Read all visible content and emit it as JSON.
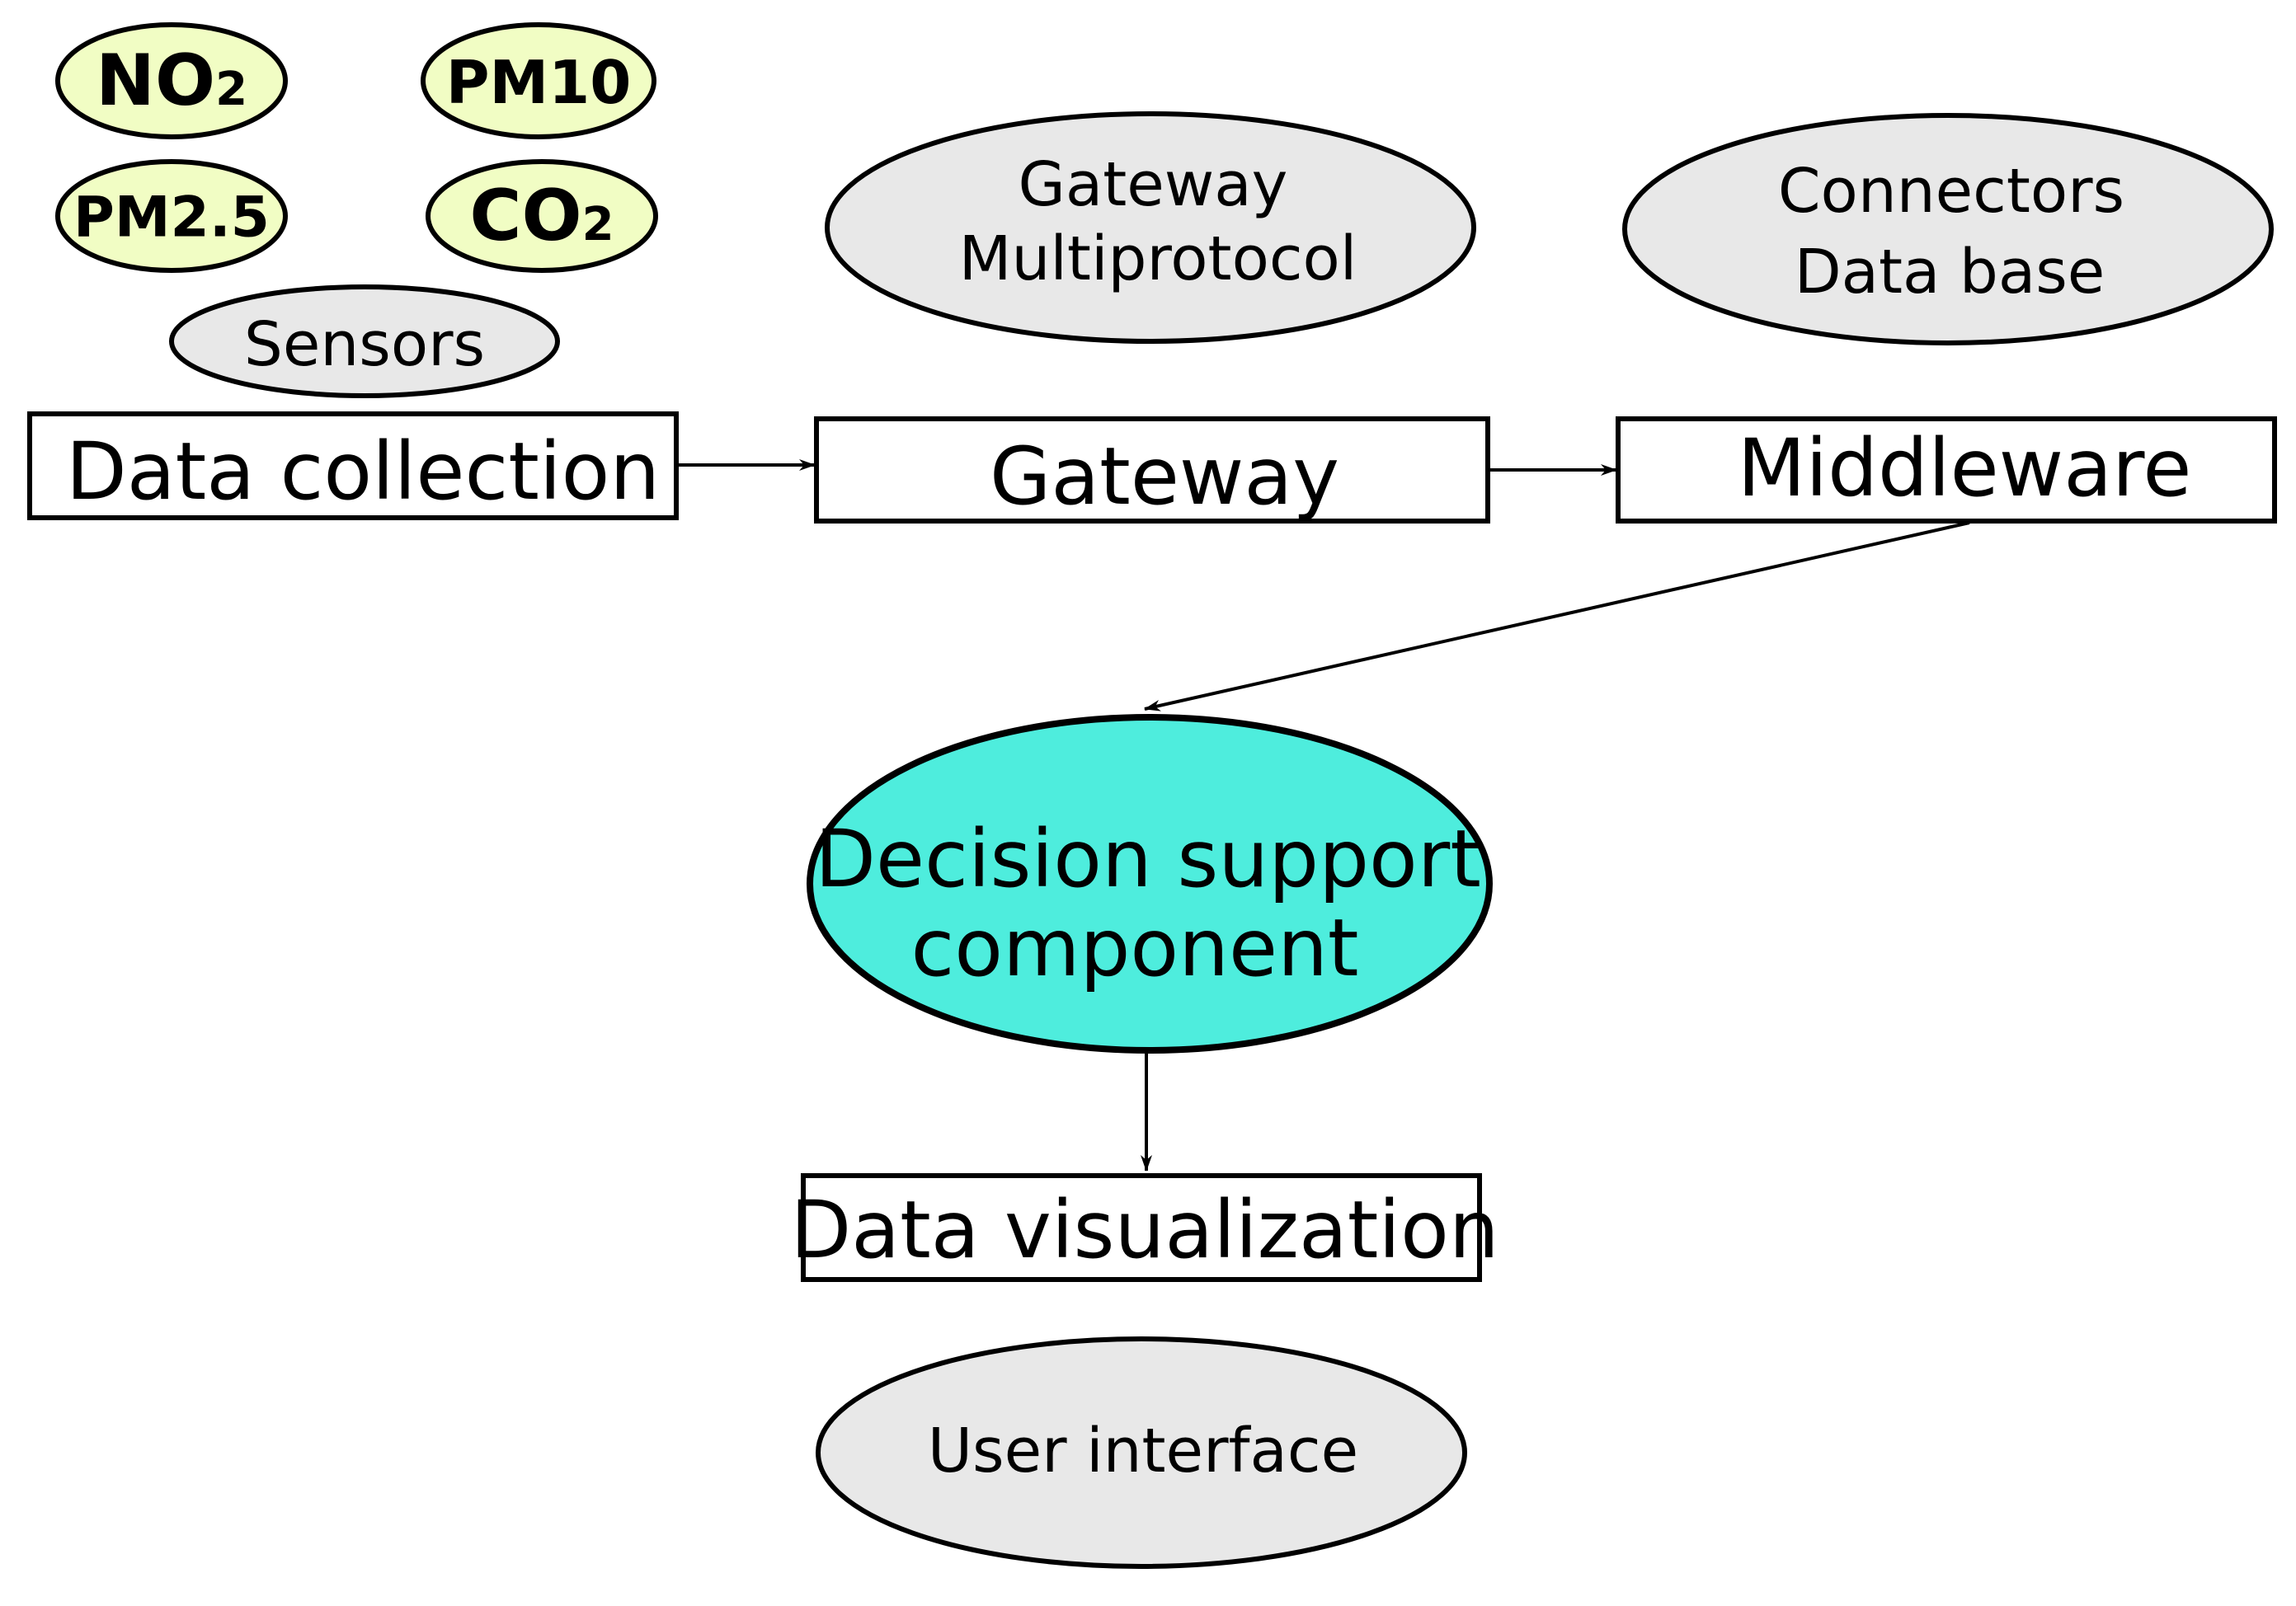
{
  "sensors": {
    "no2": {
      "main": "NO",
      "sub": "2"
    },
    "pm10": "PM10",
    "pm25": "PM2.5",
    "co2": {
      "main": "CO",
      "sub": "2"
    },
    "sensors_label": "Sensors"
  },
  "labels": {
    "gateway_multiprotocol": [
      "Gateway",
      "Multiprotocol"
    ],
    "connectors_database": [
      "Connectors",
      "Data base"
    ],
    "user_interface": "User interface"
  },
  "boxes": {
    "data_collection": "Data collection",
    "gateway": "Gateway",
    "middleware": "Middleware",
    "data_visualization": "Data visualization"
  },
  "decision_support": [
    "Decision support",
    "component"
  ],
  "colors": {
    "sensor_fill": "#f1fdc4",
    "label_fill": "#e8e8e8",
    "decision_fill": "#4eeddd",
    "stroke": "#000000"
  }
}
